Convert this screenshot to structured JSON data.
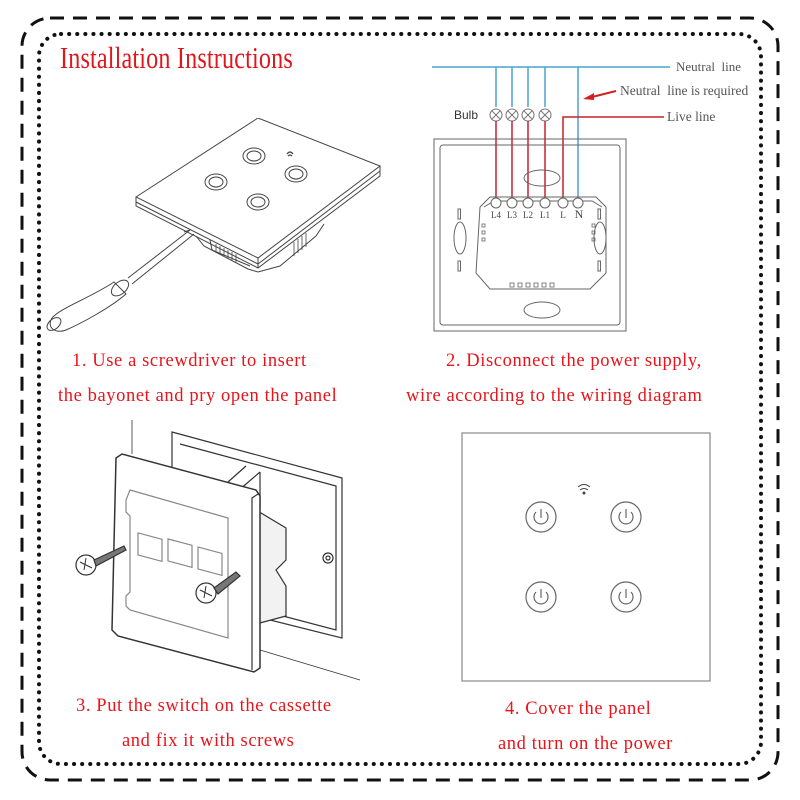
{
  "title": "Installation Instructions",
  "colors": {
    "caption_red": "#e8141a",
    "neutral_blue": "#4aa3cf",
    "live_red": "#c8202a",
    "line_gray": "#555555"
  },
  "steps": [
    {
      "number": "1",
      "line1": "1. Use a screwdriver to insert",
      "line2": "the bayonet and pry open the panel"
    },
    {
      "number": "2",
      "line1": "2. Disconnect the power supply,",
      "line2": "wire according to the wiring diagram"
    },
    {
      "number": "3",
      "line1": "3. Put the switch on the cassette",
      "line2": "and fix it with screws"
    },
    {
      "number": "4",
      "line1": "4. Cover the panel",
      "line2": "and turn on the power"
    }
  ],
  "wiring": {
    "neutral_line_label": "Neutral  line",
    "neutral_required_label": "Neutral  line is required",
    "live_line_label": "Live line",
    "bulb_label": "Bulb",
    "terminals": [
      "L4",
      "L3",
      "L2",
      "L1",
      "L",
      "N"
    ]
  },
  "icons": {
    "panel_buttons": [
      "power-icon",
      "power-icon",
      "power-icon",
      "power-icon"
    ],
    "wifi": "wifi-icon"
  }
}
